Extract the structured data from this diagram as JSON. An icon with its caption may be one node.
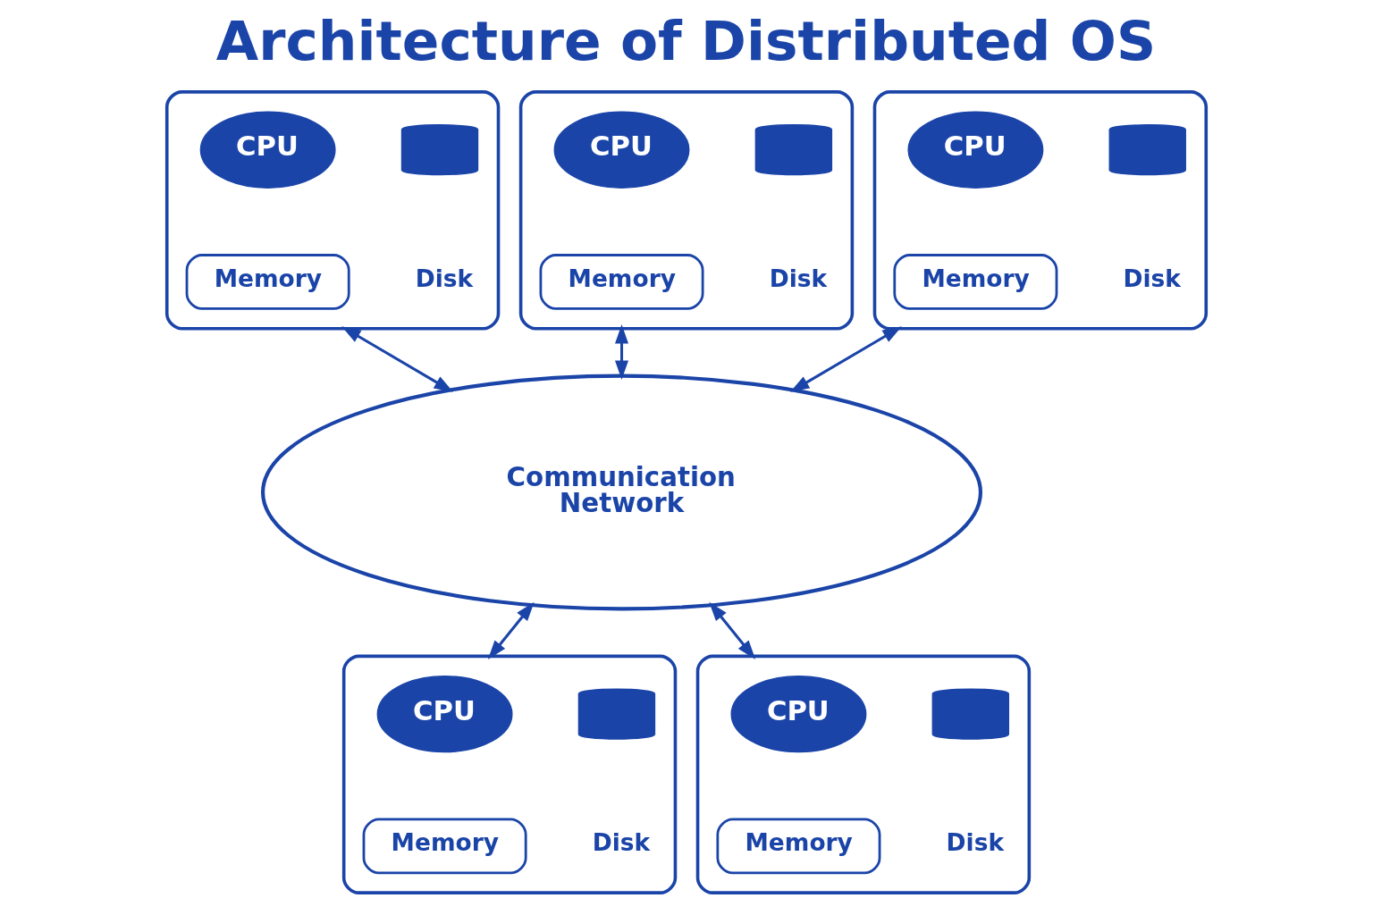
{
  "diagram": {
    "title": "Architecture of Distributed OS",
    "nodes": [
      {
        "text": [],
        "shape": "box"
      },
      {
        "text": [
          "CPU"
        ],
        "in": 0
      },
      {
        "text": [],
        "shape": "cylinder",
        "beside": [
          "Disk"
        ],
        "in": 0
      },
      {
        "text": [
          "Memory"
        ],
        "in": 0
      },
      {
        "text": [],
        "shape": "box"
      },
      {
        "text": [
          "CPU"
        ],
        "in": 4
      },
      {
        "text": [],
        "shape": "cylinder",
        "beside": [
          "Disk"
        ],
        "in": 4
      },
      {
        "text": [
          "Memory"
        ],
        "in": 4
      },
      {
        "text": [],
        "shape": "box"
      },
      {
        "text": [
          "CPU"
        ],
        "in": 8
      },
      {
        "text": [],
        "shape": "cylinder",
        "beside": [
          "Disk"
        ],
        "in": 8
      },
      {
        "text": [
          "Memory"
        ],
        "in": 8
      },
      {
        "text": [
          "Communication Network"
        ]
      },
      {
        "text": [],
        "shape": "box"
      },
      {
        "text": [
          "CPU"
        ],
        "in": 13
      },
      {
        "text": [],
        "shape": "cylinder",
        "beside": [
          "Disk"
        ],
        "in": 13
      },
      {
        "text": [
          "Memory"
        ],
        "in": 13
      },
      {
        "text": [],
        "shape": "box"
      },
      {
        "text": [
          "CPU"
        ],
        "in": 17
      },
      {
        "text": [],
        "shape": "cylinder",
        "beside": [
          "Disk"
        ],
        "in": 17
      },
      {
        "text": [
          "Memory"
        ],
        "in": 17
      }
    ],
    "edges": [
      {
        "from": 0,
        "to": 12,
        "arrow": "both"
      },
      {
        "from": 4,
        "to": 12,
        "arrow": "both"
      },
      {
        "from": 8,
        "to": 12,
        "arrow": "both"
      },
      {
        "from": 12,
        "to": 13,
        "arrow": "both"
      },
      {
        "from": 12,
        "to": 17,
        "arrow": "both"
      }
    ]
  }
}
